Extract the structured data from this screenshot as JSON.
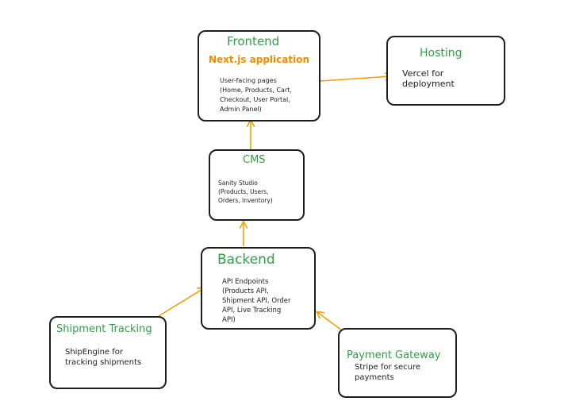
{
  "colors": {
    "title": "#2f9e44",
    "accent": "#f08c00",
    "stroke": "#1e1e1e",
    "arrow": "#f59f00"
  },
  "nodes": {
    "frontend": {
      "title": "Frontend",
      "subtitle": "Next.js application",
      "description": "User-facing pages\n(Home, Products, Cart,\nCheckout, User Portal,\nAdmin Panel)"
    },
    "hosting": {
      "title": "Hosting",
      "description": "Vercel for\ndeployment"
    },
    "cms": {
      "title": "CMS",
      "description": "Sanity Studio\n(Products, Users,\nOrders, Inventory)"
    },
    "backend": {
      "title": "Backend",
      "description": "API Endpoints\n(Products API,\nShipment API, Order\nAPI, Live Tracking\nAPI)"
    },
    "shipment": {
      "title": "Shipment Tracking",
      "description": "ShipEngine for\ntracking shipments"
    },
    "payment": {
      "title": "Payment Gateway",
      "description": "Stripe for secure\npayments"
    }
  },
  "edges": [
    {
      "from": "frontend",
      "to": "hosting"
    },
    {
      "from": "cms",
      "to": "frontend"
    },
    {
      "from": "backend",
      "to": "cms"
    },
    {
      "from": "shipment",
      "to": "backend"
    },
    {
      "from": "payment",
      "to": "backend"
    }
  ]
}
